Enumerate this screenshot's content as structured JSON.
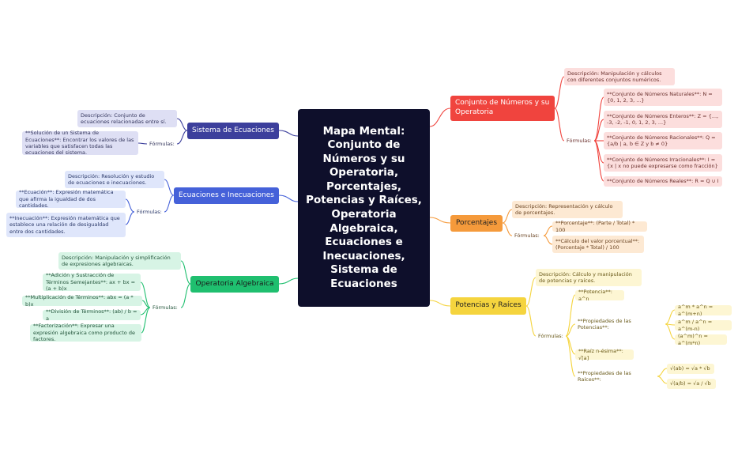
{
  "central": {
    "title": "Mapa Mental: Conjunto de Números y su Operatoria, Porcentajes, Potencias y Raíces, Operatoria Algebraica, Ecuaciones e Inecuaciones, Sistema de Ecuaciones"
  },
  "colors": {
    "central": "#0e0f2b",
    "red": "#f0443e",
    "orange": "#f59a3b",
    "yellow": "#f5d43e",
    "navy": "#3c3f9c",
    "blue": "#4561d9",
    "green": "#1fbf6f"
  },
  "conjunto": {
    "title": "Conjunto de Números y su Operatoria",
    "desc": "Descripción: Manipulación y cálculos con diferentes conjuntos numéricos.",
    "formulas_label": "Fórmulas:",
    "formulas": [
      "**Conjunto de Números Naturales**: N = {0, 1, 2, 3, ...}",
      "**Conjunto de Números Enteros**: Z = {..., -3, -2, -1, 0, 1, 2, 3, ...}",
      "**Conjunto de Números Racionales**: Q = {a/b | a, b ∈ Z y b ≠ 0}",
      "**Conjunto de Números Irracionales**: I = {x | x no puede expresarse como fracción}",
      "**Conjunto de Números Reales**: R = Q ∪ I"
    ]
  },
  "porcentajes": {
    "title": "Porcentajes",
    "desc": "Descripción: Representación y cálculo de porcentajes.",
    "formulas_label": "Fórmulas:",
    "formulas": [
      "**Porcentaje**: (Parte / Total) * 100",
      "**Cálculo del valor porcentual**: (Porcentaje * Total) / 100"
    ]
  },
  "potencias": {
    "title": "Potencias y Raíces",
    "desc": "Descripción: Cálculo y manipulación de potencias y raíces.",
    "formulas_label": "Fórmulas:",
    "potencia": "**Potencia**: a^n",
    "props_pot_label": "**Propiedades de las Potencias**:",
    "props_pot": [
      "a^m * a^n = a^(m+n)",
      "a^m / a^n = a^(m-n)",
      "(a^m)^n = a^(m*n)"
    ],
    "raiz": "**Raíz n-ésima**: √[a]",
    "props_raiz_label": "**Propiedades de las Raíces**:",
    "props_raiz": [
      "√(ab) = √a * √b",
      "√(a/b) = √a / √b"
    ]
  },
  "sistema": {
    "title": "Sistema de Ecuaciones",
    "desc": "Descripción: Conjunto de ecuaciones relacionadas entre sí.",
    "formulas_label": "Fórmulas:",
    "formulas": [
      "**Solución de un Sistema de Ecuaciones**: Encontrar los valores de las variables que satisfacen todas las ecuaciones del sistema."
    ]
  },
  "ecuaciones": {
    "title": "Ecuaciones e Inecuaciones",
    "desc": "Descripción: Resolución y estudio de ecuaciones e inecuaciones.",
    "formulas_label": "Fórmulas:",
    "formulas": [
      "**Ecuación**: Expresión matemática que afirma la igualdad de dos cantidades.",
      "**Inecuación**: Expresión matemática que establece una relación de desigualdad entre dos cantidades."
    ]
  },
  "algebraica": {
    "title": "Operatoria Algebraica",
    "desc": "Descripción: Manipulación y simplificación de expresiones algebraicas.",
    "formulas_label": "Fórmulas:",
    "formulas": [
      "**Adición y Sustracción de Términos Semejantes**: ax + bx = (a + b)x",
      "**Multiplicación de Términos**: abx = (a * b)x",
      "**División de Términos**: (ab) / b = a",
      "**Factorización**: Expresar una expresión algebraica como producto de factores."
    ]
  }
}
